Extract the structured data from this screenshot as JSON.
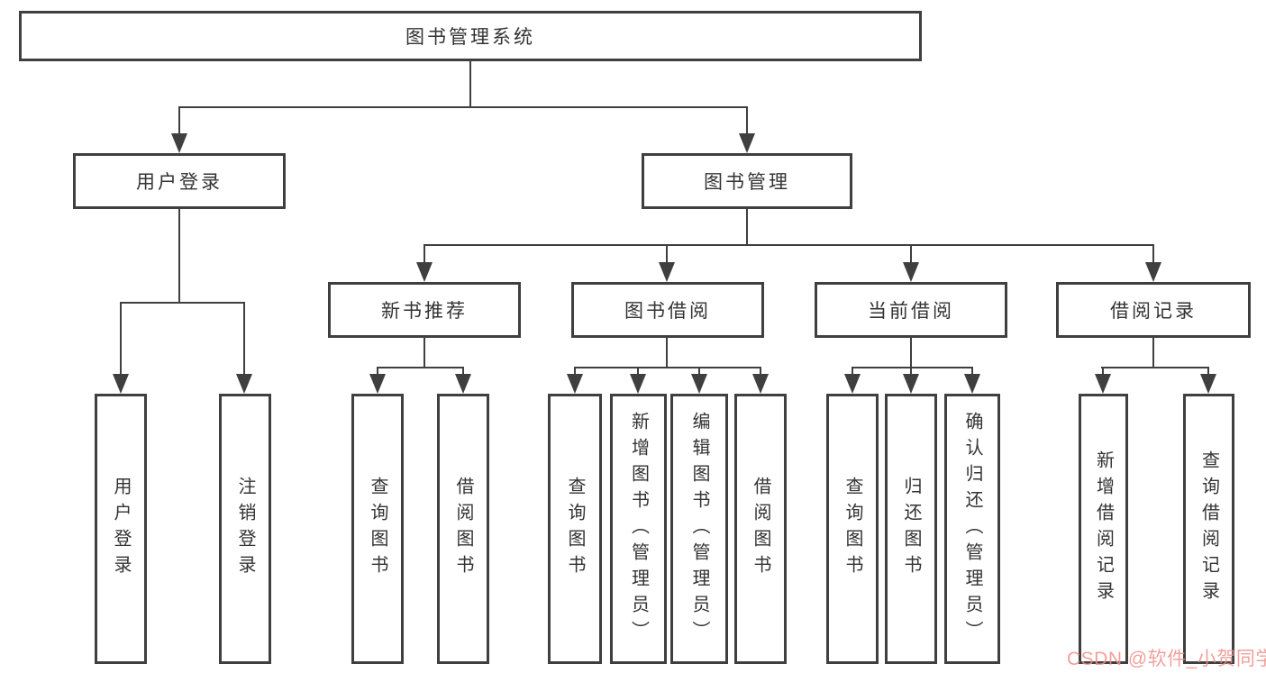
{
  "diagram": {
    "root": "图书管理系统",
    "branches": [
      {
        "label": "用户登录",
        "children": [
          "用户登录",
          "注销登录"
        ]
      },
      {
        "label": "图书管理",
        "groups": [
          {
            "label": "新书推荐",
            "children": [
              "查询图书",
              "借阅图书"
            ]
          },
          {
            "label": "图书借阅",
            "children": [
              "查询图书",
              "新增图书（管理员）",
              "编辑图书（管理员）",
              "借阅图书"
            ]
          },
          {
            "label": "当前借阅",
            "children": [
              "查询图书",
              "归还图书",
              "确认归还（管理员）"
            ]
          },
          {
            "label": "借阅记录",
            "children": [
              "新增借阅记录",
              "查询借阅记录"
            ]
          }
        ]
      }
    ]
  },
  "watermark": {
    "text": "CSDN @软件_小贺同学",
    "color": "#F0908A"
  },
  "colors": {
    "line": "#3F3F3F",
    "text": "#333333",
    "background": "#FFFFFF"
  }
}
